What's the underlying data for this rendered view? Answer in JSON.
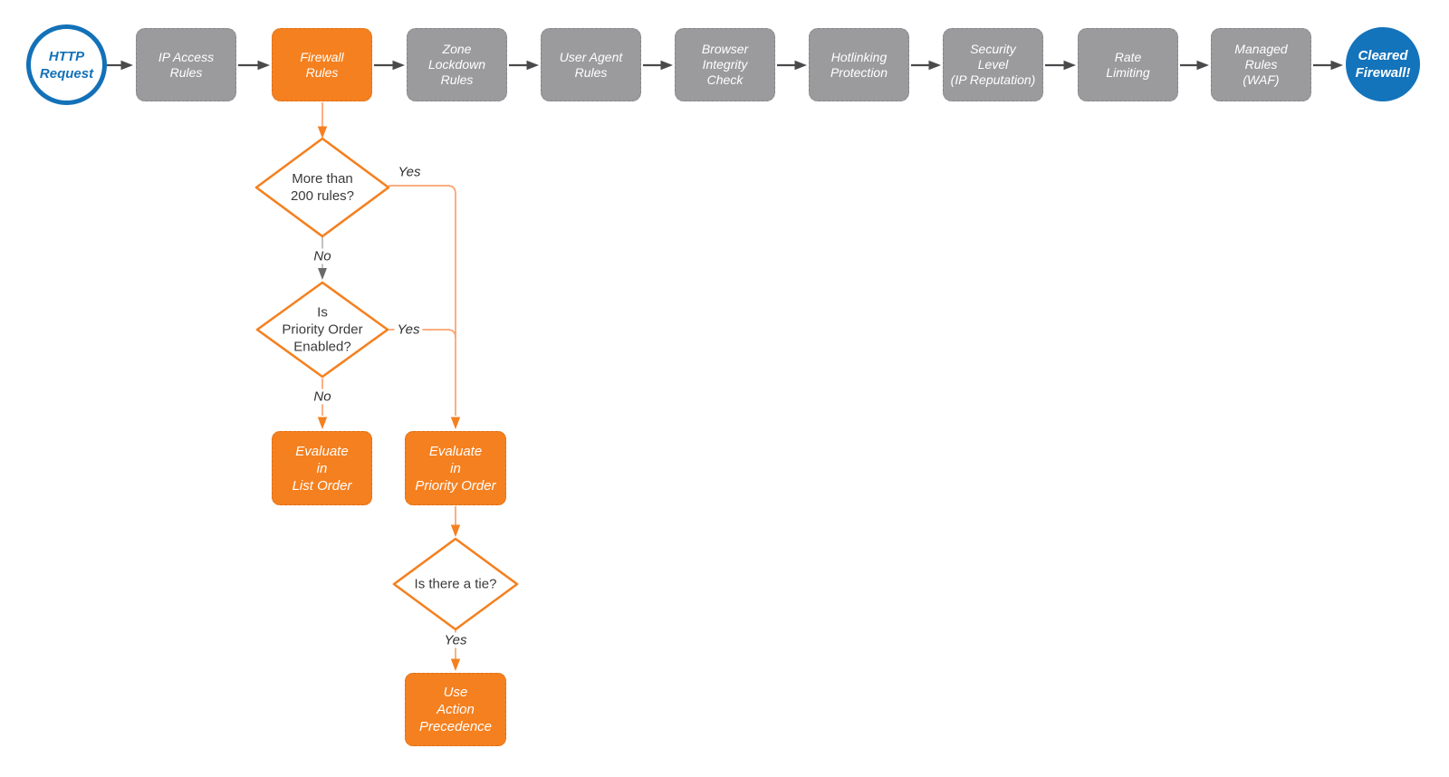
{
  "palette": {
    "accent_orange": "#F5801F",
    "connector_orange": "#F9A26E",
    "stage_gray": "#9B9B9D",
    "arrow_dark": "#4A4A4C",
    "connector_gray": "#B2B2B4",
    "brand_blue": "#1371B8",
    "text_dark": "#3A3A3C"
  },
  "flow": {
    "start": {
      "label": "HTTP\nRequest"
    },
    "stages": [
      {
        "label": "IP Access\nRules",
        "highlighted": false
      },
      {
        "label": "Firewall\nRules",
        "highlighted": true
      },
      {
        "label": "Zone\nLockdown\nRules",
        "highlighted": false
      },
      {
        "label": "User Agent\nRules",
        "highlighted": false
      },
      {
        "label": "Browser\nIntegrity\nCheck",
        "highlighted": false
      },
      {
        "label": "Hotlinking\nProtection",
        "highlighted": false
      },
      {
        "label": "Security\nLevel\n(IP Reputation)",
        "highlighted": false
      },
      {
        "label": "Rate\nLimiting",
        "highlighted": false
      },
      {
        "label": "Managed\nRules\n(WAF)",
        "highlighted": false
      }
    ],
    "end": {
      "label": "Cleared\nFirewall!"
    },
    "decisions": [
      {
        "label": "More than\n200 rules?",
        "yes": "Yes",
        "no": "No"
      },
      {
        "label": "Is\nPriority Order\nEnabled?",
        "yes": "Yes",
        "no": "No"
      },
      {
        "label": "Is there a tie?",
        "yes": "Yes"
      }
    ],
    "actions": [
      {
        "label": "Evaluate\nin\nList Order"
      },
      {
        "label": "Evaluate\nin\nPriority Order"
      },
      {
        "label": "Use\nAction\nPrecedence"
      }
    ]
  }
}
